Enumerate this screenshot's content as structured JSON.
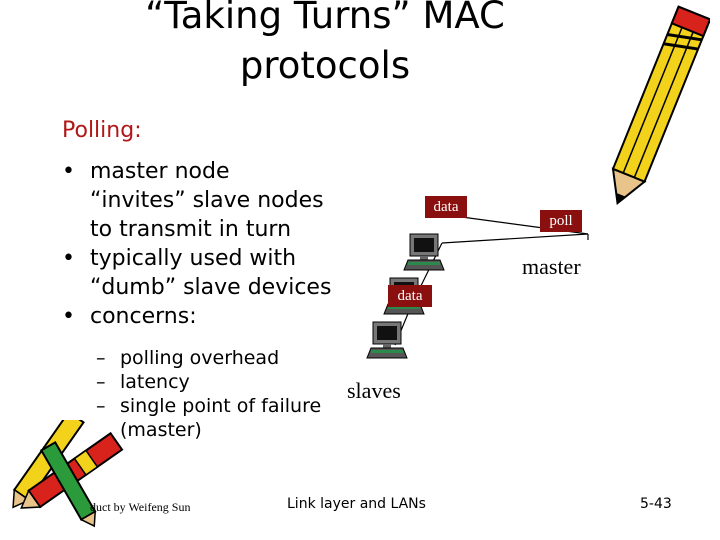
{
  "slide": {
    "title_line1": "“Taking Turns” MAC",
    "title_line2": "protocols",
    "heading": "Polling:",
    "bullets": [
      "master node",
      "“invites” slave nodes",
      "to transmit in turn",
      "typically used with",
      "“dumb” slave devices",
      "concerns:"
    ],
    "bullet_symbol": "•",
    "dash_symbol": "–",
    "sub_bullets": [
      "polling overhead",
      "latency",
      "single point of failure",
      "(master)"
    ]
  },
  "diagram": {
    "data_label_top": "data",
    "data_label_mid": "data",
    "poll_label": "poll",
    "master_label": "master",
    "slaves_label": "slaves"
  },
  "footer": {
    "left": "duct by Weifeng Sun",
    "center": "Link layer and LANs",
    "right": "5-43"
  },
  "colors": {
    "heading": "#b01818",
    "tag_bg": "#8a1010",
    "pencil_yellow": "#f2d21a",
    "pencil_red": "#d8221c"
  },
  "icons": [
    "pencil-clipart-icon",
    "computer-icon",
    "crayons-clipart-icon"
  ]
}
